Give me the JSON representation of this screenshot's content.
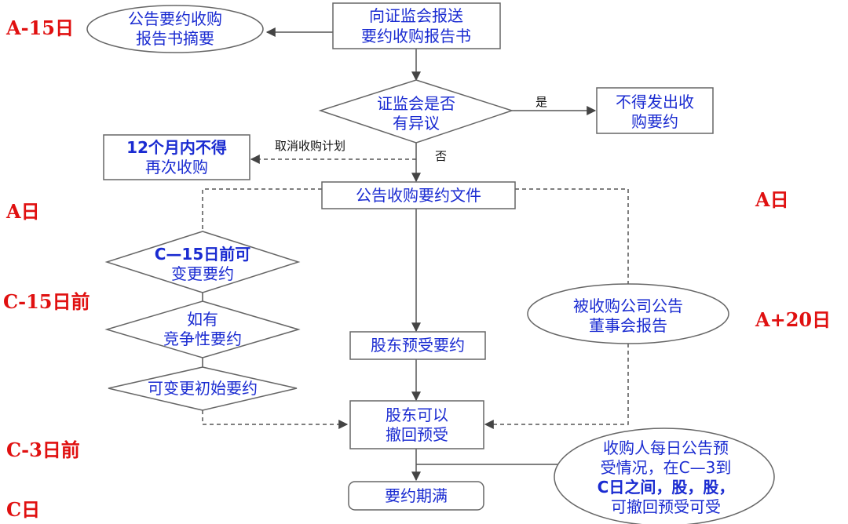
{
  "time_labels": {
    "a_minus_15": "A-15日",
    "a_left": "A日",
    "a_right": "A日",
    "c_minus_15": "C-15日前",
    "a_plus_20": "A+20日",
    "c_minus_3": "C-3日前",
    "c": "C日"
  },
  "nodes": {
    "report_summary": [
      "公告要约收购",
      "报告书摘要"
    ],
    "submit_report": [
      "向证监会报送",
      "要约收购报告书"
    ],
    "csrc_objection": [
      "证监会是否",
      "有异议"
    ],
    "no_offer": [
      "不得发出收",
      "购要约"
    ],
    "no_reacquire": [
      "12个月内不得",
      "再次收购"
    ],
    "announce_offer": [
      "公告收购要约文件"
    ],
    "change_offer": [
      "C—15日前可",
      "变更要约"
    ],
    "competing_offer": [
      "如有",
      "竞争性要约"
    ],
    "change_initial": [
      "可变更初始要约"
    ],
    "target_board": [
      "被收购公司公告",
      "董事会报告"
    ],
    "shareholder_accept": [
      "股东预受要约"
    ],
    "shareholder_withdraw": [
      "股东可以",
      "撤回预受"
    ],
    "offer_expire": [
      "要约期满"
    ],
    "daily_announce": [
      "收购人每日公告预",
      "受情况，在C—3到",
      "C日之间，股，股，",
      "可撤回预受可受"
    ]
  },
  "edges": {
    "yes": "是",
    "no": "否",
    "cancel_plan": "取消收购计划"
  },
  "colors": {
    "node_text": "#1a2bd1",
    "time_label": "#e01010",
    "line": "#555555"
  }
}
